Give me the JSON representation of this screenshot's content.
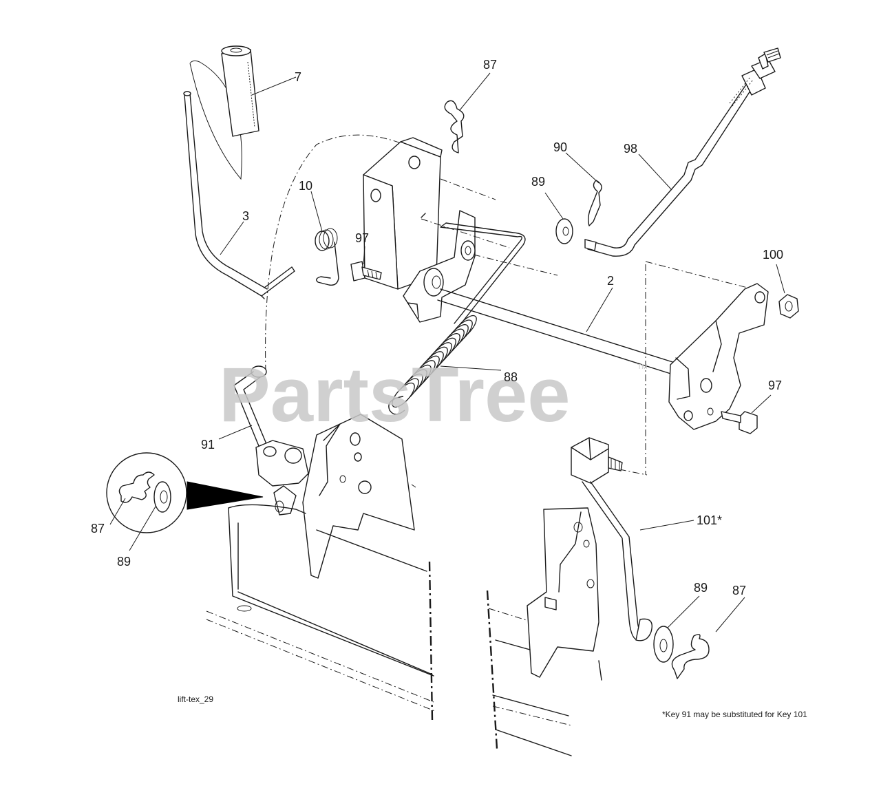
{
  "watermark": {
    "text": "PartsTree",
    "mark": "TM"
  },
  "callouts": {
    "c7": "7",
    "c87_top": "87",
    "c90": "90",
    "c98": "98",
    "c89_top": "89",
    "c10": "10",
    "c3": "3",
    "c97_left": "97",
    "c2": "2",
    "c100": "100",
    "c88": "88",
    "c97_right": "97",
    "c91": "91",
    "c101": "101*",
    "c87_left": "87",
    "c89_left": "89",
    "c89_right": "89",
    "c87_right": "87"
  },
  "figure_id": "lift-tex_29",
  "footnote": "*Key 91 may be substituted for Key 101"
}
